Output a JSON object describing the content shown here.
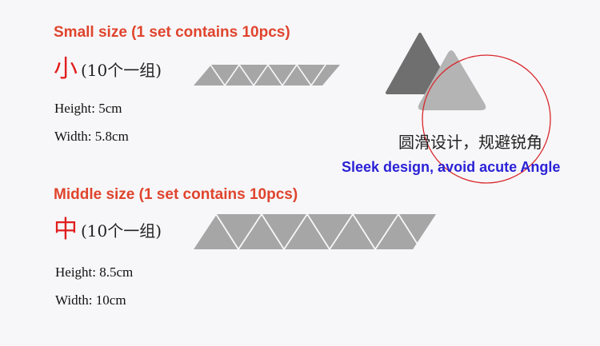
{
  "small": {
    "title": "Small size (1 set contains 10pcs)",
    "cn_char": "小",
    "cn_group": "(10个一组)",
    "height": "Height: 5cm",
    "width": "Width:  5.8cm"
  },
  "middle": {
    "title": "Middle size (1 set contains 10pcs)",
    "cn_char": "中",
    "cn_group": "(10个一组)",
    "height": "Height: 8.5cm",
    "width": "Width:  10cm"
  },
  "feature": {
    "cn": "圆滑设计，规避锐角",
    "en": "Sleek design, avoid acute Angle"
  },
  "colors": {
    "title_red": "#e0442d",
    "cn_red": "#e11d1d",
    "triangle_gray": "#a6a6a6",
    "dark_triangle": "#6f6f6f",
    "circle_red": "#d9262b",
    "feature_blue": "#2b22d6"
  }
}
